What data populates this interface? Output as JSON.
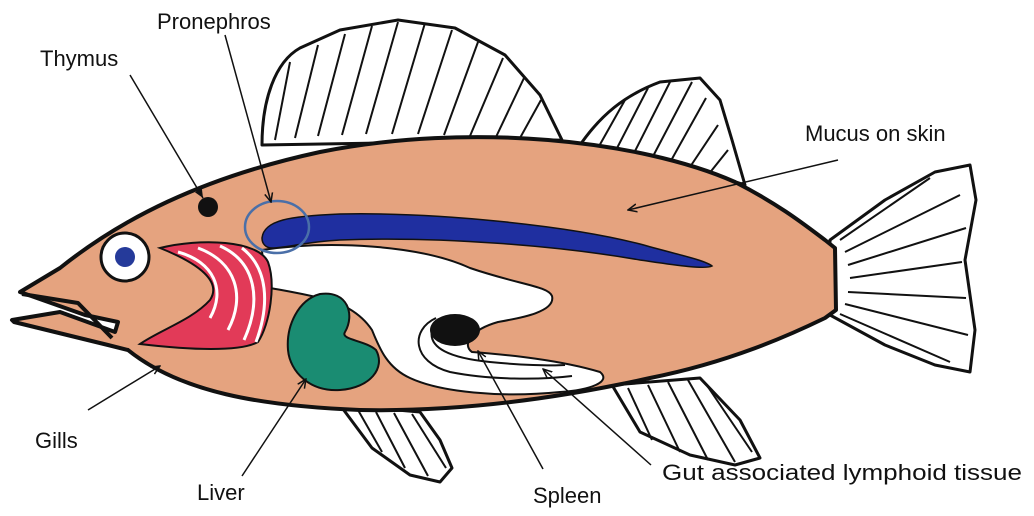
{
  "labels": {
    "thymus": "Thymus",
    "pronephros": "Pronephros",
    "mucus": "Mucus on skin",
    "gills": "Gills",
    "liver": "Liver",
    "spleen": "Spleen",
    "galt": "Gut associated lymphoid tissue"
  },
  "colors": {
    "body": "#e5a37f",
    "gills": "#e23a58",
    "liver": "#1a8c72",
    "pronephros": "#1f2fa0",
    "ring": "#4a6fa8",
    "eye_pupil": "#253a9a",
    "outline": "#111111"
  }
}
